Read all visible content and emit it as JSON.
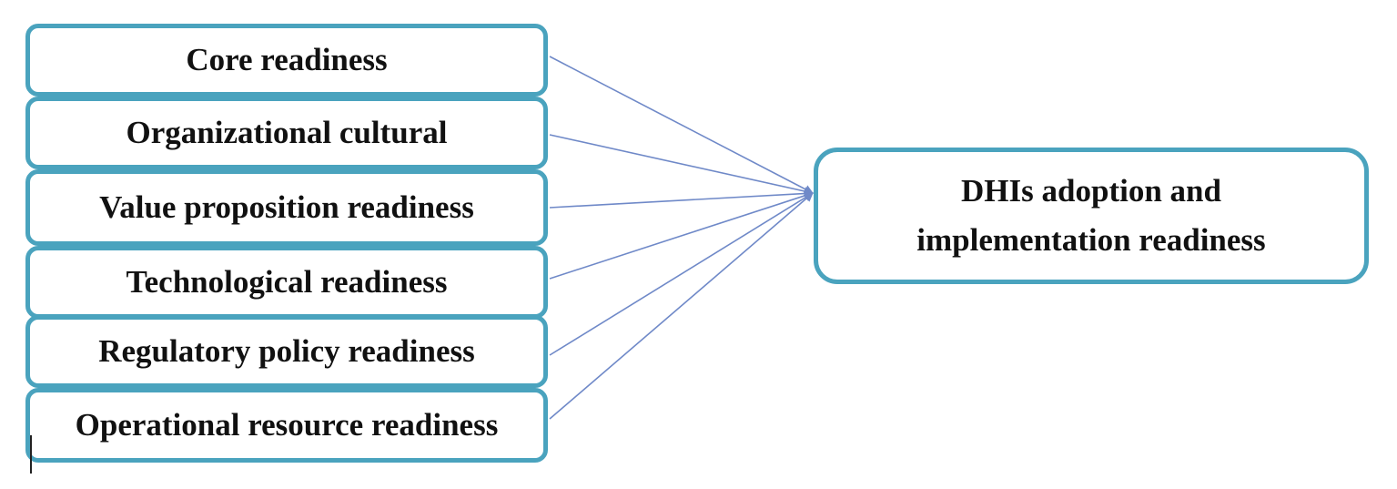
{
  "sources": [
    {
      "label": "Core readiness"
    },
    {
      "label": "Organizational  cultural"
    },
    {
      "label": "Value proposition  readiness"
    },
    {
      "label": "Technological readiness"
    },
    {
      "label": "Regulatory policy readiness"
    },
    {
      "label": "Operational  resource readiness"
    }
  ],
  "target": {
    "line1": "DHIs adoption and",
    "line2": "implementation  readiness"
  },
  "colors": {
    "box_border": "#4aa3be",
    "arrow": "#6f89c8"
  }
}
